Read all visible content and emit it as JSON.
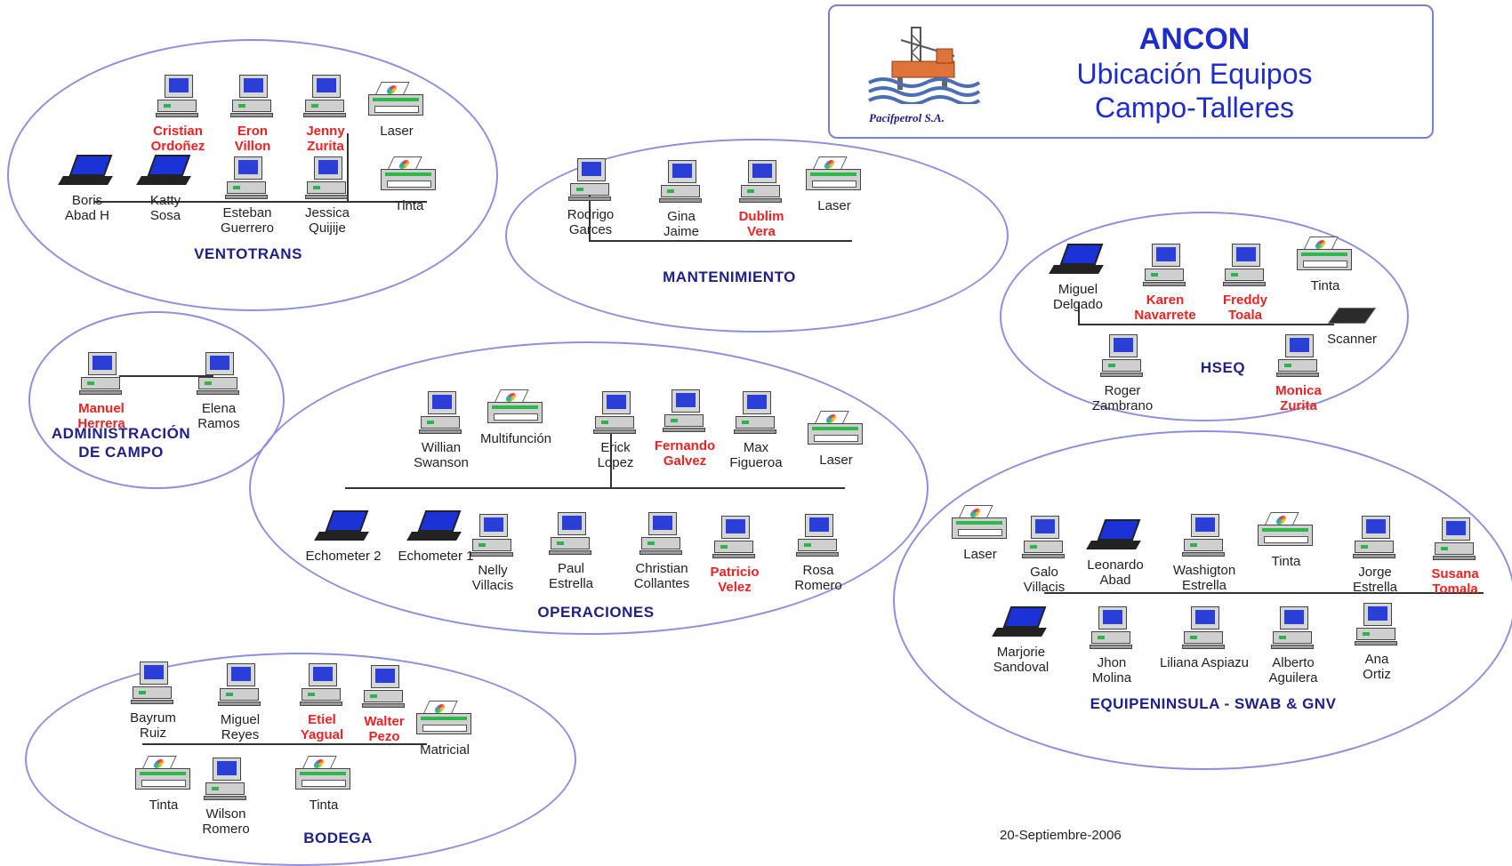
{
  "header": {
    "title": "ANCON",
    "subtitle_line1": "Ubicación Equipos",
    "subtitle_line2": "Campo-Talleres",
    "logo_text": "Pacifpetrol S.A."
  },
  "date": "20-Septiembre-2006",
  "colors": {
    "zone_border": "#8d8fe0",
    "zone_label": "#20208a",
    "highlight_name": "#ee2222",
    "header_text": "#1e2bd1"
  },
  "zones": [
    {
      "label": "VENTOTRANS",
      "devices": [
        {
          "type": "pc",
          "name": "Cristian\nOrdoñez",
          "highlight": true
        },
        {
          "type": "pc",
          "name": "Eron\nVillon",
          "highlight": true
        },
        {
          "type": "pc",
          "name": "Jenny\nZurita",
          "highlight": true
        },
        {
          "type": "printer",
          "name": "Laser"
        },
        {
          "type": "laptop",
          "name": "Boris\nAbad H"
        },
        {
          "type": "laptop",
          "name": "Katty\nSosa"
        },
        {
          "type": "pc",
          "name": "Esteban\nGuerrero"
        },
        {
          "type": "pc",
          "name": "Jessica\nQuijije"
        },
        {
          "type": "printer",
          "name": "Tinta"
        }
      ]
    },
    {
      "label": "MANTENIMIENTO",
      "devices": [
        {
          "type": "pc",
          "name": "Rodrigo\nGarces"
        },
        {
          "type": "pc",
          "name": "Gina\nJaime"
        },
        {
          "type": "pc",
          "name": "Dublim\nVera",
          "highlight": true
        },
        {
          "type": "printer",
          "name": "Laser"
        }
      ]
    },
    {
      "label": "HSEQ",
      "devices": [
        {
          "type": "laptop",
          "name": "Miguel\nDelgado"
        },
        {
          "type": "pc",
          "name": "Karen\nNavarrete",
          "highlight": true
        },
        {
          "type": "pc",
          "name": "Freddy\nToala",
          "highlight": true
        },
        {
          "type": "printer",
          "name": "Tinta"
        },
        {
          "type": "scanner",
          "name": "Scanner"
        },
        {
          "type": "pc",
          "name": "Roger\nZambrano"
        },
        {
          "type": "pc",
          "name": "Monica\nZurita",
          "highlight": true
        }
      ]
    },
    {
      "label": "ADMINISTRACIÓN\nDE CAMPO",
      "devices": [
        {
          "type": "pc",
          "name": "Manuel\nHerrera",
          "highlight": true
        },
        {
          "type": "pc",
          "name": "Elena\nRamos"
        }
      ]
    },
    {
      "label": "OPERACIONES",
      "devices": [
        {
          "type": "pc",
          "name": "Willian\nSwanson"
        },
        {
          "type": "printer",
          "name": "Multifunción"
        },
        {
          "type": "pc",
          "name": "Erick\nLopez"
        },
        {
          "type": "pc",
          "name": "Fernando\nGalvez",
          "highlight": true
        },
        {
          "type": "pc",
          "name": "Max\nFigueroa"
        },
        {
          "type": "printer",
          "name": "Laser"
        },
        {
          "type": "laptop",
          "name": "Echometer 2"
        },
        {
          "type": "laptop",
          "name": "Echometer 1"
        },
        {
          "type": "pc",
          "name": "Nelly\nVillacis"
        },
        {
          "type": "pc",
          "name": "Paul\nEstrella"
        },
        {
          "type": "pc",
          "name": "Christian\nCollantes"
        },
        {
          "type": "pc",
          "name": "Patricio\nVelez",
          "highlight": true
        },
        {
          "type": "pc",
          "name": "Rosa\nRomero"
        }
      ]
    },
    {
      "label": "EQUIPENINSULA - SWAB & GNV",
      "devices": [
        {
          "type": "printer",
          "name": "Laser"
        },
        {
          "type": "pc",
          "name": "Galo\nVillacis"
        },
        {
          "type": "laptop",
          "name": "Leonardo\nAbad"
        },
        {
          "type": "pc",
          "name": "Washigton\nEstrella"
        },
        {
          "type": "printer",
          "name": "Tinta"
        },
        {
          "type": "pc",
          "name": "Jorge\nEstrella"
        },
        {
          "type": "pc",
          "name": "Susana\nTomala",
          "highlight": true
        },
        {
          "type": "laptop",
          "name": "Marjorie\nSandoval"
        },
        {
          "type": "pc",
          "name": "Jhon\nMolina"
        },
        {
          "type": "pc",
          "name": "Liliana Aspiazu"
        },
        {
          "type": "pc",
          "name": "Alberto\nAguilera"
        },
        {
          "type": "pc",
          "name": "Ana\nOrtiz"
        }
      ]
    },
    {
      "label": "BODEGA",
      "devices": [
        {
          "type": "pc",
          "name": "Bayrum\nRuiz"
        },
        {
          "type": "pc",
          "name": "Miguel\nReyes"
        },
        {
          "type": "pc",
          "name": "Etiel\nYagual",
          "highlight": true
        },
        {
          "type": "pc",
          "name": "Walter\nPezo",
          "highlight": true
        },
        {
          "type": "printer",
          "name": "Matricial"
        },
        {
          "type": "printer",
          "name": "Tinta"
        },
        {
          "type": "pc",
          "name": "Wilson\nRomero"
        },
        {
          "type": "printer",
          "name": "Tinta"
        }
      ]
    }
  ]
}
